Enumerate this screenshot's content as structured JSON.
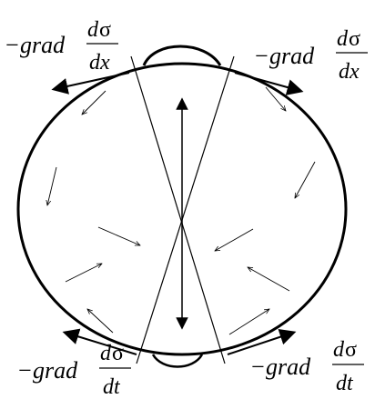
{
  "labels": {
    "top_left": {
      "minus": "−",
      "word": "grad",
      "numerator_d": "d",
      "numerator_sym": "σ",
      "denominator": "dx"
    },
    "top_right": {
      "minus": "−",
      "word": "grad",
      "numerator_d": "d",
      "numerator_sym": "σ",
      "denominator": "dx"
    },
    "bottom_left": {
      "minus": "−",
      "word": "grad",
      "numerator_d": "d",
      "numerator_sym": "σ",
      "denominator": "dt"
    },
    "bottom_right": {
      "minus": "−",
      "word": "grad",
      "numerator_d": "d",
      "numerator_sym": "σ",
      "denominator": "dt"
    }
  },
  "colors": {
    "stroke": "#000000",
    "background": "#ffffff"
  }
}
